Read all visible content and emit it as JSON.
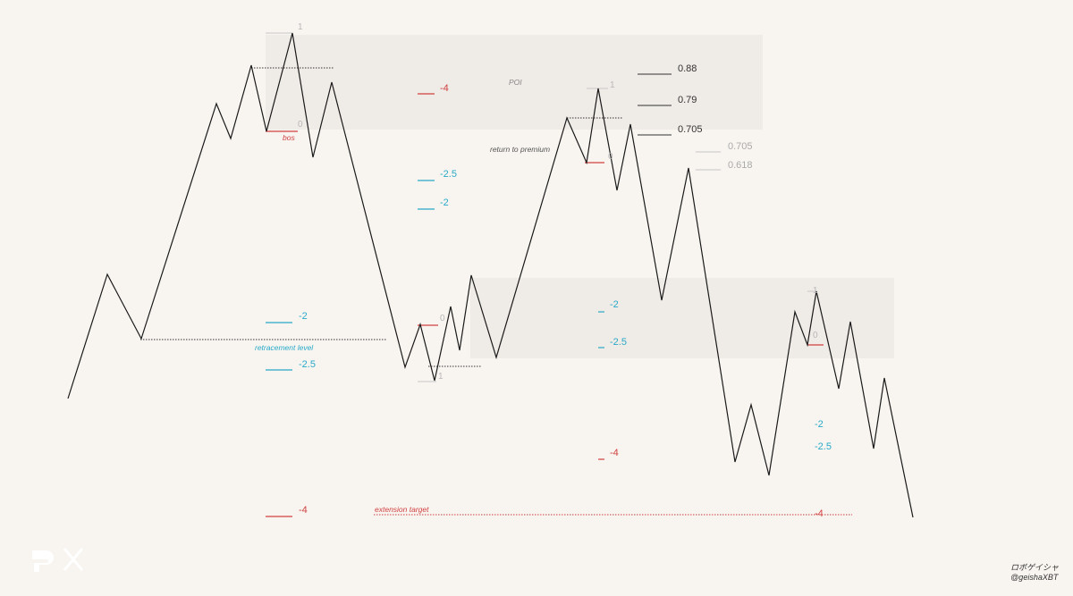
{
  "zones": {
    "poi_label": "POI"
  },
  "swing_labels": {
    "one": "1",
    "zero": "0"
  },
  "bos_label": "bos",
  "return_to_premium_label": "return to premium",
  "retracement_level_label": "retracement level",
  "extension_target_label": "extension target",
  "fib_dark": [
    "0.88",
    "0.79",
    "0.705"
  ],
  "fib_gray": [
    "0.705",
    "0.618"
  ],
  "levels": {
    "m4": "-4",
    "m25": "-2.5",
    "m2": "-2"
  },
  "credit": {
    "jp": "ロボゲイシャ",
    "handle": "@geishaXBT"
  },
  "colors": {
    "line": "#1a1a1a",
    "red": "#d0403f",
    "blue": "#29a9c8",
    "zone": "#efebe7",
    "dark_level": "#333333",
    "gray_level": "#c8c8c8"
  }
}
